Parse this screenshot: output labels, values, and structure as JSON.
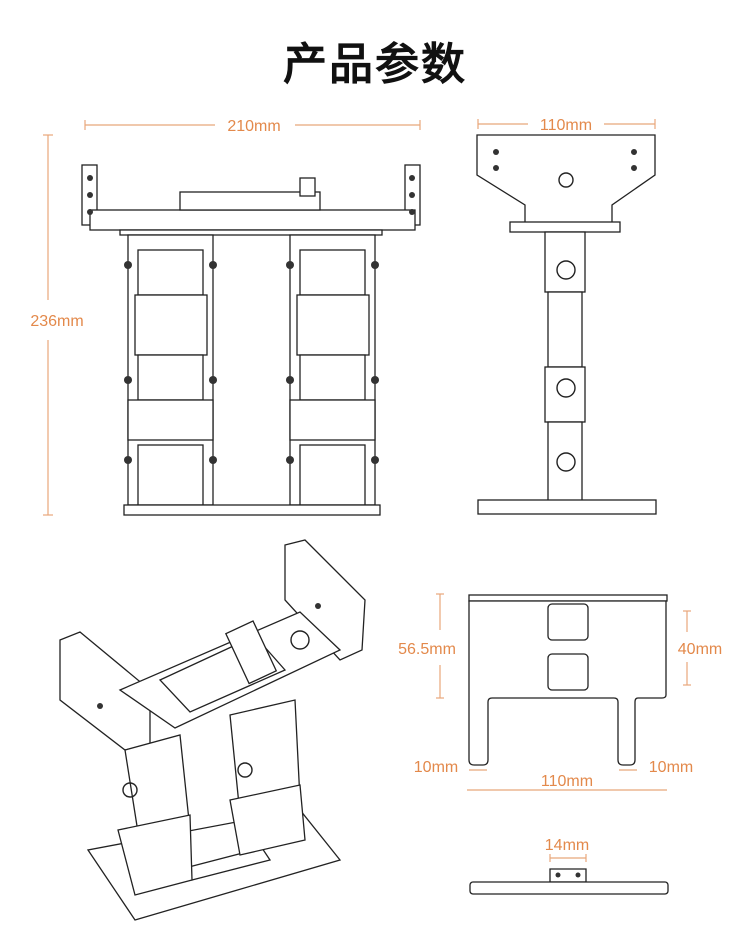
{
  "title": "产品参数",
  "dimensions": {
    "front_width": "210mm",
    "front_height": "236mm",
    "side_width": "110mm",
    "foot_length": "56.5mm",
    "foot_slot_span": "40mm",
    "foot_toe_left": "10mm",
    "foot_toe_right": "10mm",
    "foot_width": "110mm",
    "foot_bracket": "14mm"
  },
  "colors": {
    "dimension": "#e3894b",
    "line": "#222222"
  }
}
